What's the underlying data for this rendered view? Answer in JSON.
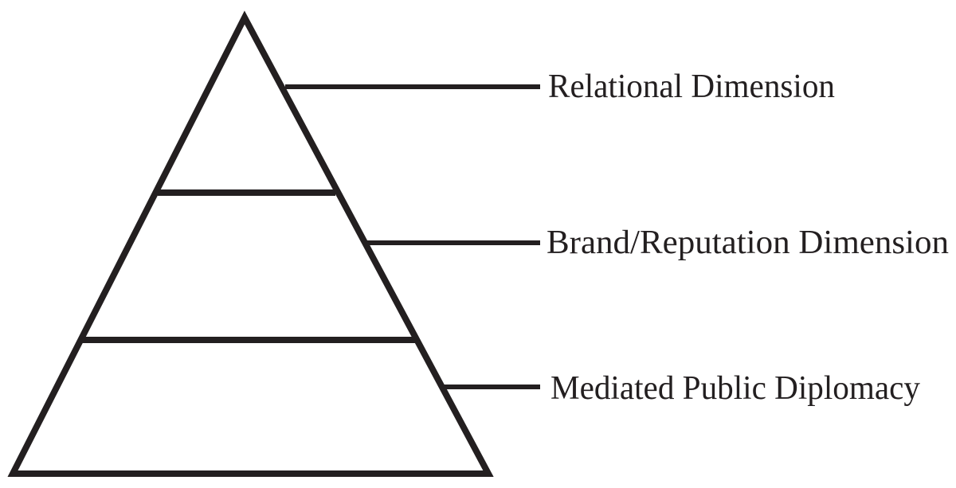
{
  "diagram": {
    "stroke_color": "#231f20",
    "background_color": "#ffffff",
    "tiers": [
      {
        "label": "Relational Dimension"
      },
      {
        "label": "Brand/Reputation Dimension"
      },
      {
        "label": "Mediated Public Diplomacy"
      }
    ]
  }
}
